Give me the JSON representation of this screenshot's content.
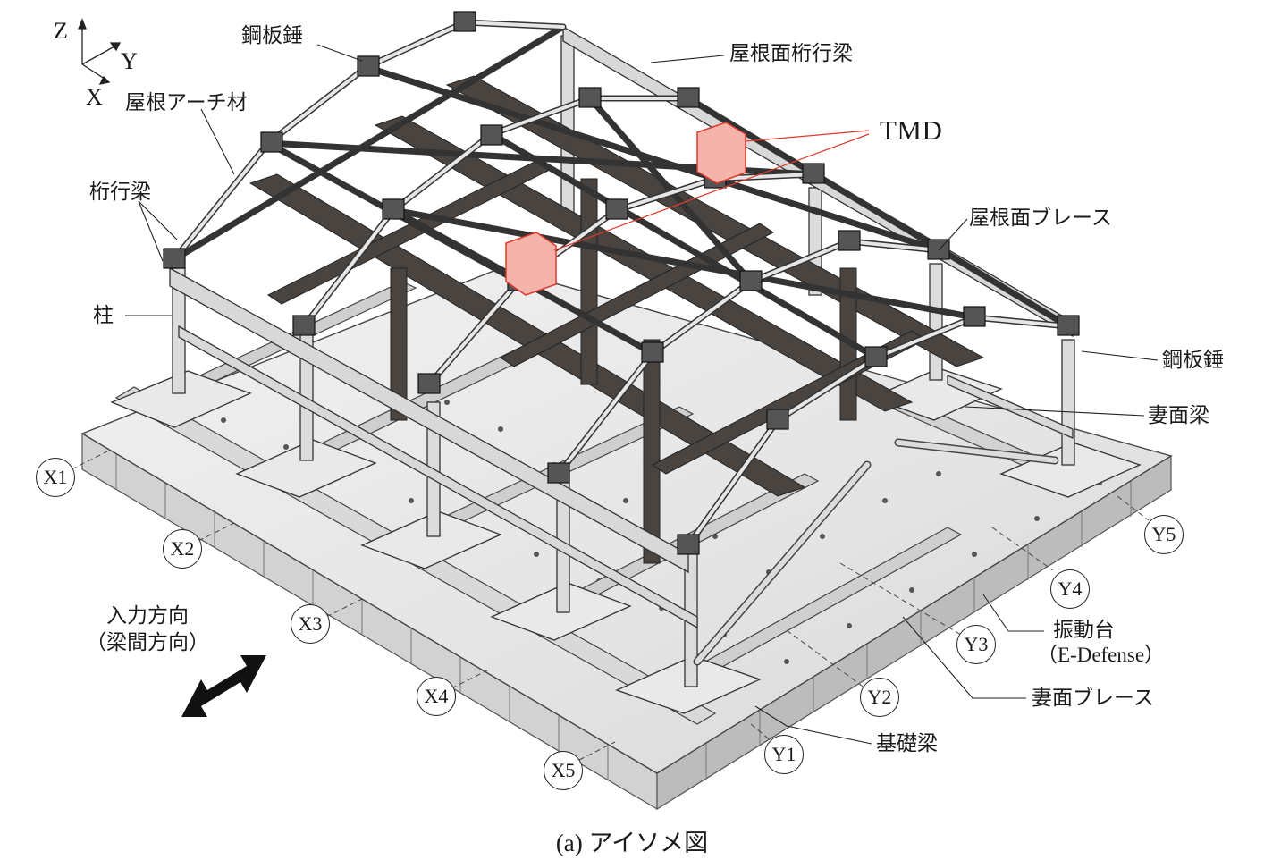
{
  "axes": {
    "z": "Z",
    "y": "Y",
    "x": "X"
  },
  "labels": {
    "steel_weight_top": "鋼板錘",
    "roof_purlin": "屋根面桁行梁",
    "roof_arch": "屋根アーチ材",
    "tmd": "TMD",
    "girder": "桁行梁",
    "roof_brace": "屋根面ブレース",
    "column": "柱",
    "steel_weight_right": "鋼板錘",
    "gable_beam": "妻面梁",
    "shake_table": "振動台",
    "shake_table_name": "（E-Defense）",
    "gable_brace": "妻面ブレース",
    "foundation_beam": "基礎梁"
  },
  "grid_x": [
    "X1",
    "X2",
    "X3",
    "X4",
    "X5"
  ],
  "grid_y": [
    "Y1",
    "Y2",
    "Y3",
    "Y4",
    "Y5"
  ],
  "input_direction": {
    "line1": "入力方向",
    "line2": "（梁間方向）"
  },
  "caption": "(a) アイソメ図",
  "colors": {
    "tmd": "#e03a2c",
    "steel": "#4a4440",
    "frame": "#c9c9c9"
  }
}
